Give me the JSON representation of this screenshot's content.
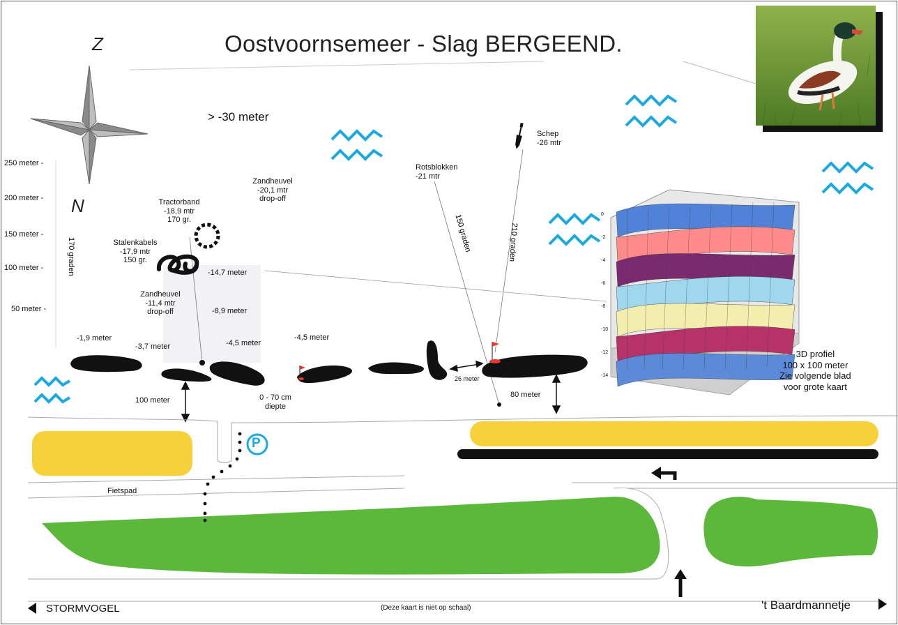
{
  "title": "Oostvoornsemeer - Slag BERGEEND.",
  "compass": {
    "north_top": "Z",
    "north_bottom": "N"
  },
  "depth_far": "> -30 meter",
  "scale_labels": [
    "250 meter -",
    "200 meter -",
    "150 meter -",
    "100 meter -",
    "50 meter -"
  ],
  "bearings": {
    "b170": "170 graden",
    "b150": "150 graden",
    "b210": "210 graden"
  },
  "features": {
    "schep": [
      "Schep",
      "-26 mtr"
    ],
    "rotsblokken": [
      "Rotsblokken",
      "-21 mtr"
    ],
    "zandheuvel_deep": [
      "Zandheuvel",
      "-20,1 mtr",
      "drop-off"
    ],
    "tractorband": [
      "Tractorband",
      "-18,9 mtr",
      "170 gr."
    ],
    "stalenkabels": [
      "Stalenkabels",
      "-17,9 mtr",
      "150 gr."
    ],
    "zandheuvel_shallow": [
      "Zandheuvel",
      "-11,4 mtr",
      "drop-off"
    ]
  },
  "depths": {
    "d147": "-14,7 meter",
    "d89": "-8,9 meter",
    "d19": "-1,9 meter",
    "d37": "-3,7 meter",
    "d45a": "-4,5 meter",
    "d45b": "-4,5 meter"
  },
  "distances": {
    "m100": "100 meter",
    "m80": "80 meter",
    "m26": "26 meter",
    "shallow": [
      "0 - 70 cm",
      "diepte"
    ]
  },
  "fietspad": "Fietspad",
  "parking": "P",
  "profile3d": {
    "caption": [
      "3D profiel",
      "100 x 100 meter",
      "Zie volgende blad",
      "voor grote kaart"
    ],
    "zticks": [
      "0",
      "-2",
      "-4",
      "-6",
      "-8",
      "-10",
      "-12",
      "-14"
    ],
    "band_colors": [
      "#4f82d8",
      "#ff8a8a",
      "#7a2a6e",
      "#9fd8ee",
      "#f4eeae",
      "#b8326a",
      "#5a8ad8"
    ]
  },
  "footer": {
    "left": "STORMVOGEL",
    "center": "(Deze kaart is niet op schaal)",
    "right": "'t Baardmannetje"
  },
  "colors": {
    "water_sign": "#1aa9e0",
    "road": "#f7d13a",
    "grass": "#5cb83a",
    "rock": "#111111"
  }
}
